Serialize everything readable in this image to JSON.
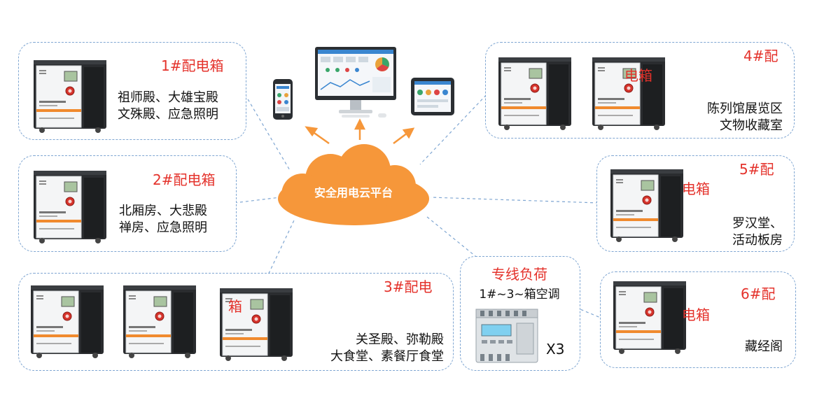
{
  "platform": {
    "label": "安全用电云平台"
  },
  "boxes": [
    {
      "id": "b1",
      "title": "1#配电箱",
      "lines": [
        "祖师殿、大雄宝殿",
        "文殊殿、应急照明"
      ]
    },
    {
      "id": "b2",
      "title": "2#配电箱",
      "lines": [
        "北厢房、大悲殿",
        "禅房、应急照明"
      ]
    },
    {
      "id": "b3",
      "title_a": "3#配电",
      "title_b": "箱",
      "lines": [
        "关圣殿、弥勒殿",
        "大食堂、素餐厅食堂"
      ]
    },
    {
      "id": "b4",
      "title_a": "4#配",
      "title_b": "电箱",
      "lines": [
        "陈列馆展览区",
        "文物收藏室"
      ]
    },
    {
      "id": "b5",
      "title_a": "5#配",
      "title_b": "电箱",
      "lines": [
        "罗汉堂、",
        "活动板房"
      ]
    },
    {
      "id": "b6",
      "title_a": "6#配",
      "title_b": "电箱",
      "lines": [
        "藏经阁"
      ]
    }
  ],
  "special": {
    "title": "专线负荷",
    "subtitle": "1#~3~箱空调",
    "multiplier": "X3"
  },
  "colors": {
    "red": "#e4322b",
    "dash": "#7fa6d2",
    "cloud": "#f6973a",
    "arrow": "#f6973a"
  }
}
